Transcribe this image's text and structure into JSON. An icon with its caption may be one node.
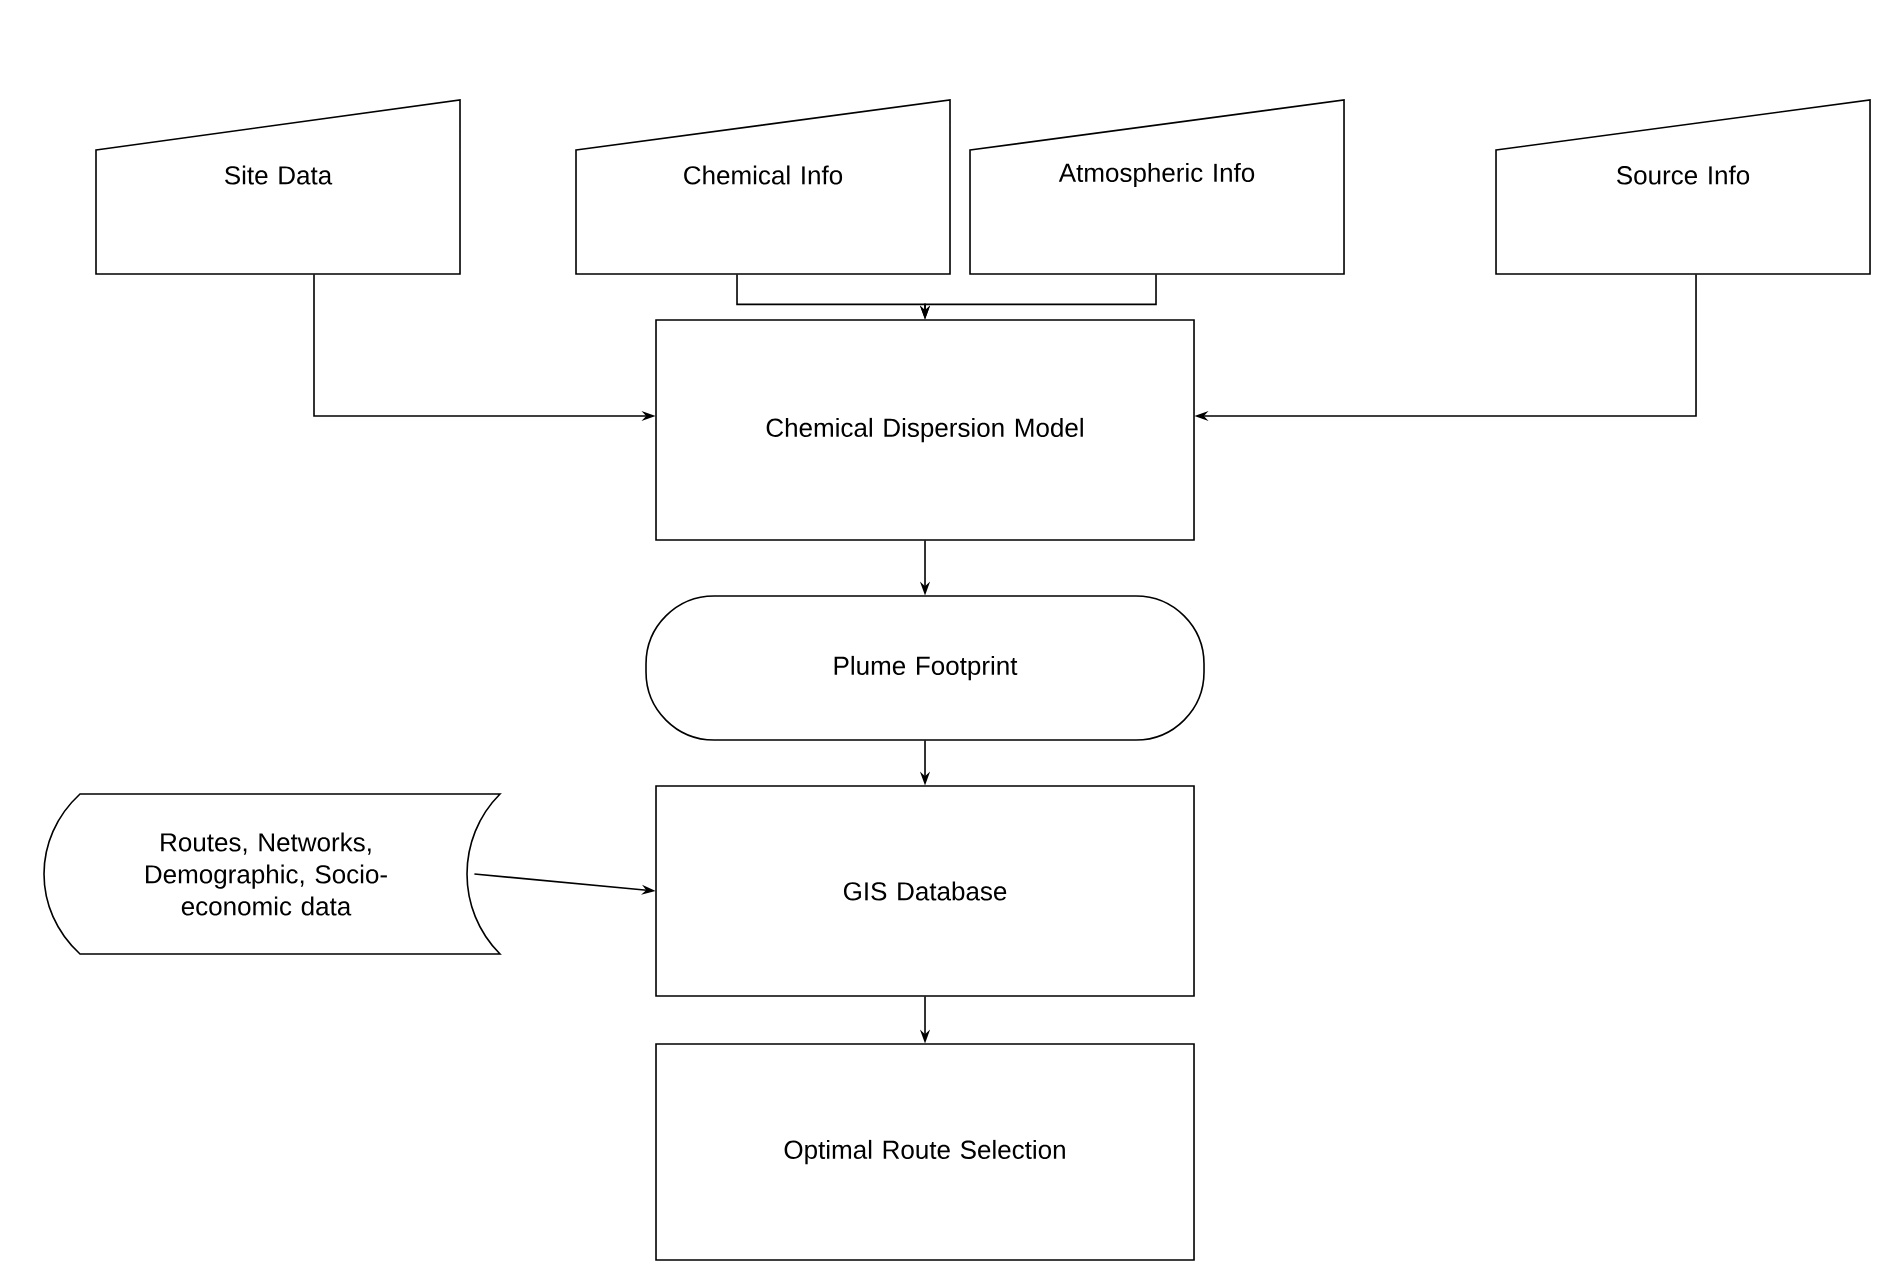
{
  "diagram": {
    "nodes": [
      {
        "text": [
          "Site Data"
        ]
      },
      {
        "text": [
          "Chemical Info"
        ]
      },
      {
        "text": [
          "Atmospheric Info"
        ]
      },
      {
        "text": [
          "Source  Info"
        ]
      },
      {
        "text": [
          "Chemical Dispersion Model"
        ]
      },
      {
        "text": [
          "Plume Footprint"
        ]
      },
      {
        "text": [
          "Routes, Networks, Demographic, Socio-economic data"
        ]
      },
      {
        "text": [
          "GIS Database"
        ]
      },
      {
        "text": [
          "Optimal Route Selection"
        ]
      }
    ],
    "edges": [
      {
        "from": 0,
        "to": 4,
        "arrow": "to"
      },
      {
        "from": 1,
        "to": 4,
        "arrow": "to"
      },
      {
        "from": 2,
        "to": 4,
        "arrow": "to"
      },
      {
        "from": 3,
        "to": 4,
        "arrow": "to"
      },
      {
        "from": 4,
        "to": 5,
        "arrow": "to"
      },
      {
        "from": 5,
        "to": 7,
        "arrow": "to"
      },
      {
        "from": 6,
        "to": 7,
        "arrow": "to"
      },
      {
        "from": 7,
        "to": 8,
        "arrow": "to"
      }
    ]
  }
}
